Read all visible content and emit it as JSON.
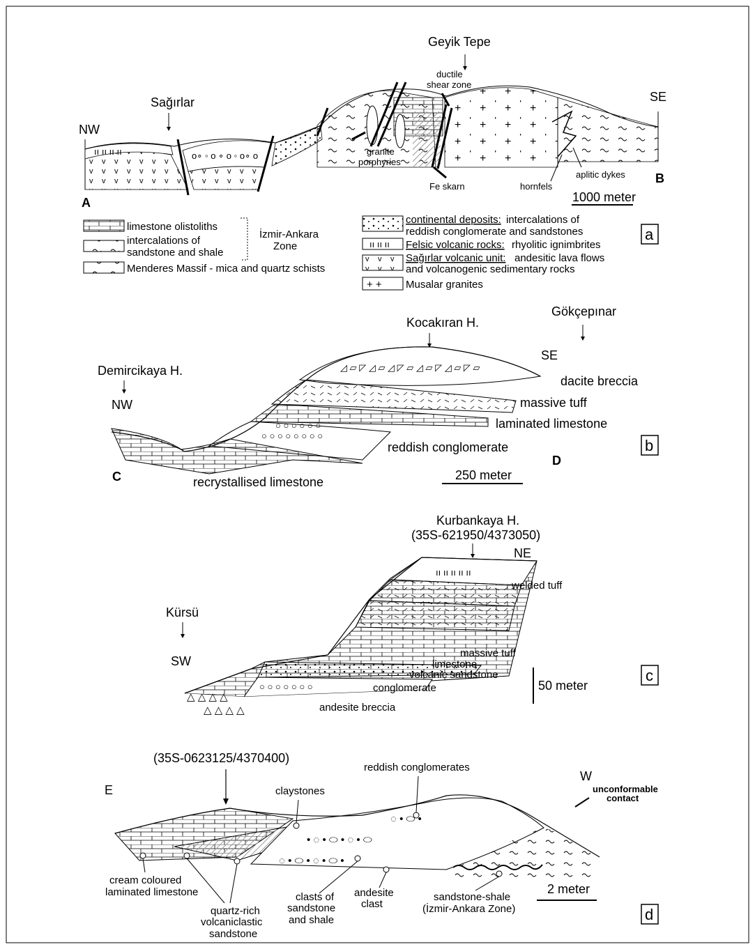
{
  "panel_a": {
    "title_place": "Geyik Tepe",
    "place_sagirlar": "Sağırlar",
    "nw": "NW",
    "se": "SE",
    "a": "A",
    "b": "B",
    "ductile_1": "ductile",
    "ductile_2": "shear zone",
    "granite_1": "granite",
    "granite_2": "porphyries",
    "fe_skarn": "Fe skarn",
    "hornfels": "hornfels",
    "aplitic": "aplitic dykes",
    "scale": "1000 meter",
    "panel_letter": "a",
    "legend": {
      "limestone": "limestone olistoliths",
      "interc_1": "intercalations of",
      "interc_2": "sandstone and shale",
      "izmir_1": "İzmir-Ankara",
      "izmir_2": "Zone",
      "menderes": "Menderes Massif - mica and quartz schists",
      "cont_u": "continental deposits:",
      "cont_1": " intercalations of",
      "cont_2": "reddish conglomerate and sandstones",
      "felsic_u": "Felsic volcanic rocks:",
      "felsic_r": " rhyolitic ignimbrites",
      "sag_u": "Sağırlar volcanic unit:",
      "sag_1": " andesitic lava flows",
      "sag_2": "and volcanogenic sedimentary rocks",
      "musalar": "Musalar granites"
    }
  },
  "panel_b": {
    "kocakiran": "Kocakıran H.",
    "gokcepinar": "Gökçepınar",
    "demircikaya": "Demircikaya H.",
    "nw": "NW",
    "se": "SE",
    "c": "C",
    "d": "D",
    "dacite": "dacite breccia",
    "massive": "massive tuff",
    "laminated": "laminated limestone",
    "reddish": "reddish conglomerate",
    "recryst": "recrystallised limestone",
    "scale": "250 meter",
    "panel_letter": "b"
  },
  "panel_c": {
    "kurbankaya": "Kurbankaya H.",
    "coords": "(35S-621950/4373050)",
    "ne": "NE",
    "kursu": "Kürsü",
    "sw": "SW",
    "welded": "welded tuff",
    "massive": "massive tuff",
    "limestone": "limestone",
    "volcanic_ss": "volcanic sandstone",
    "conglomerate": "conglomerate",
    "andesite_br": "andesite breccia",
    "scale": "50 meter",
    "panel_letter": "c"
  },
  "panel_d": {
    "coords": "(35S-0623125/4370400)",
    "reddish": "reddish conglomerates",
    "e": "E",
    "w": "W",
    "claystones": "claystones",
    "unconf_1": "unconformable",
    "unconf_2": "contact",
    "cream_1": "cream coloured",
    "cream_2": "laminated limestone",
    "quartz_1": "quartz-rich",
    "quartz_2": "volcaniclastic",
    "quartz_3": "sandstone",
    "clasts_1": "clasts of",
    "clasts_2": "sandstone",
    "clasts_3": "and shale",
    "andesite_1": "andesite",
    "andesite_2": "clast",
    "ss_shale_1": "sandstone-shale",
    "ss_shale_2": "(İzmir-Ankara Zone)",
    "scale": "2 meter",
    "panel_letter": "d"
  }
}
